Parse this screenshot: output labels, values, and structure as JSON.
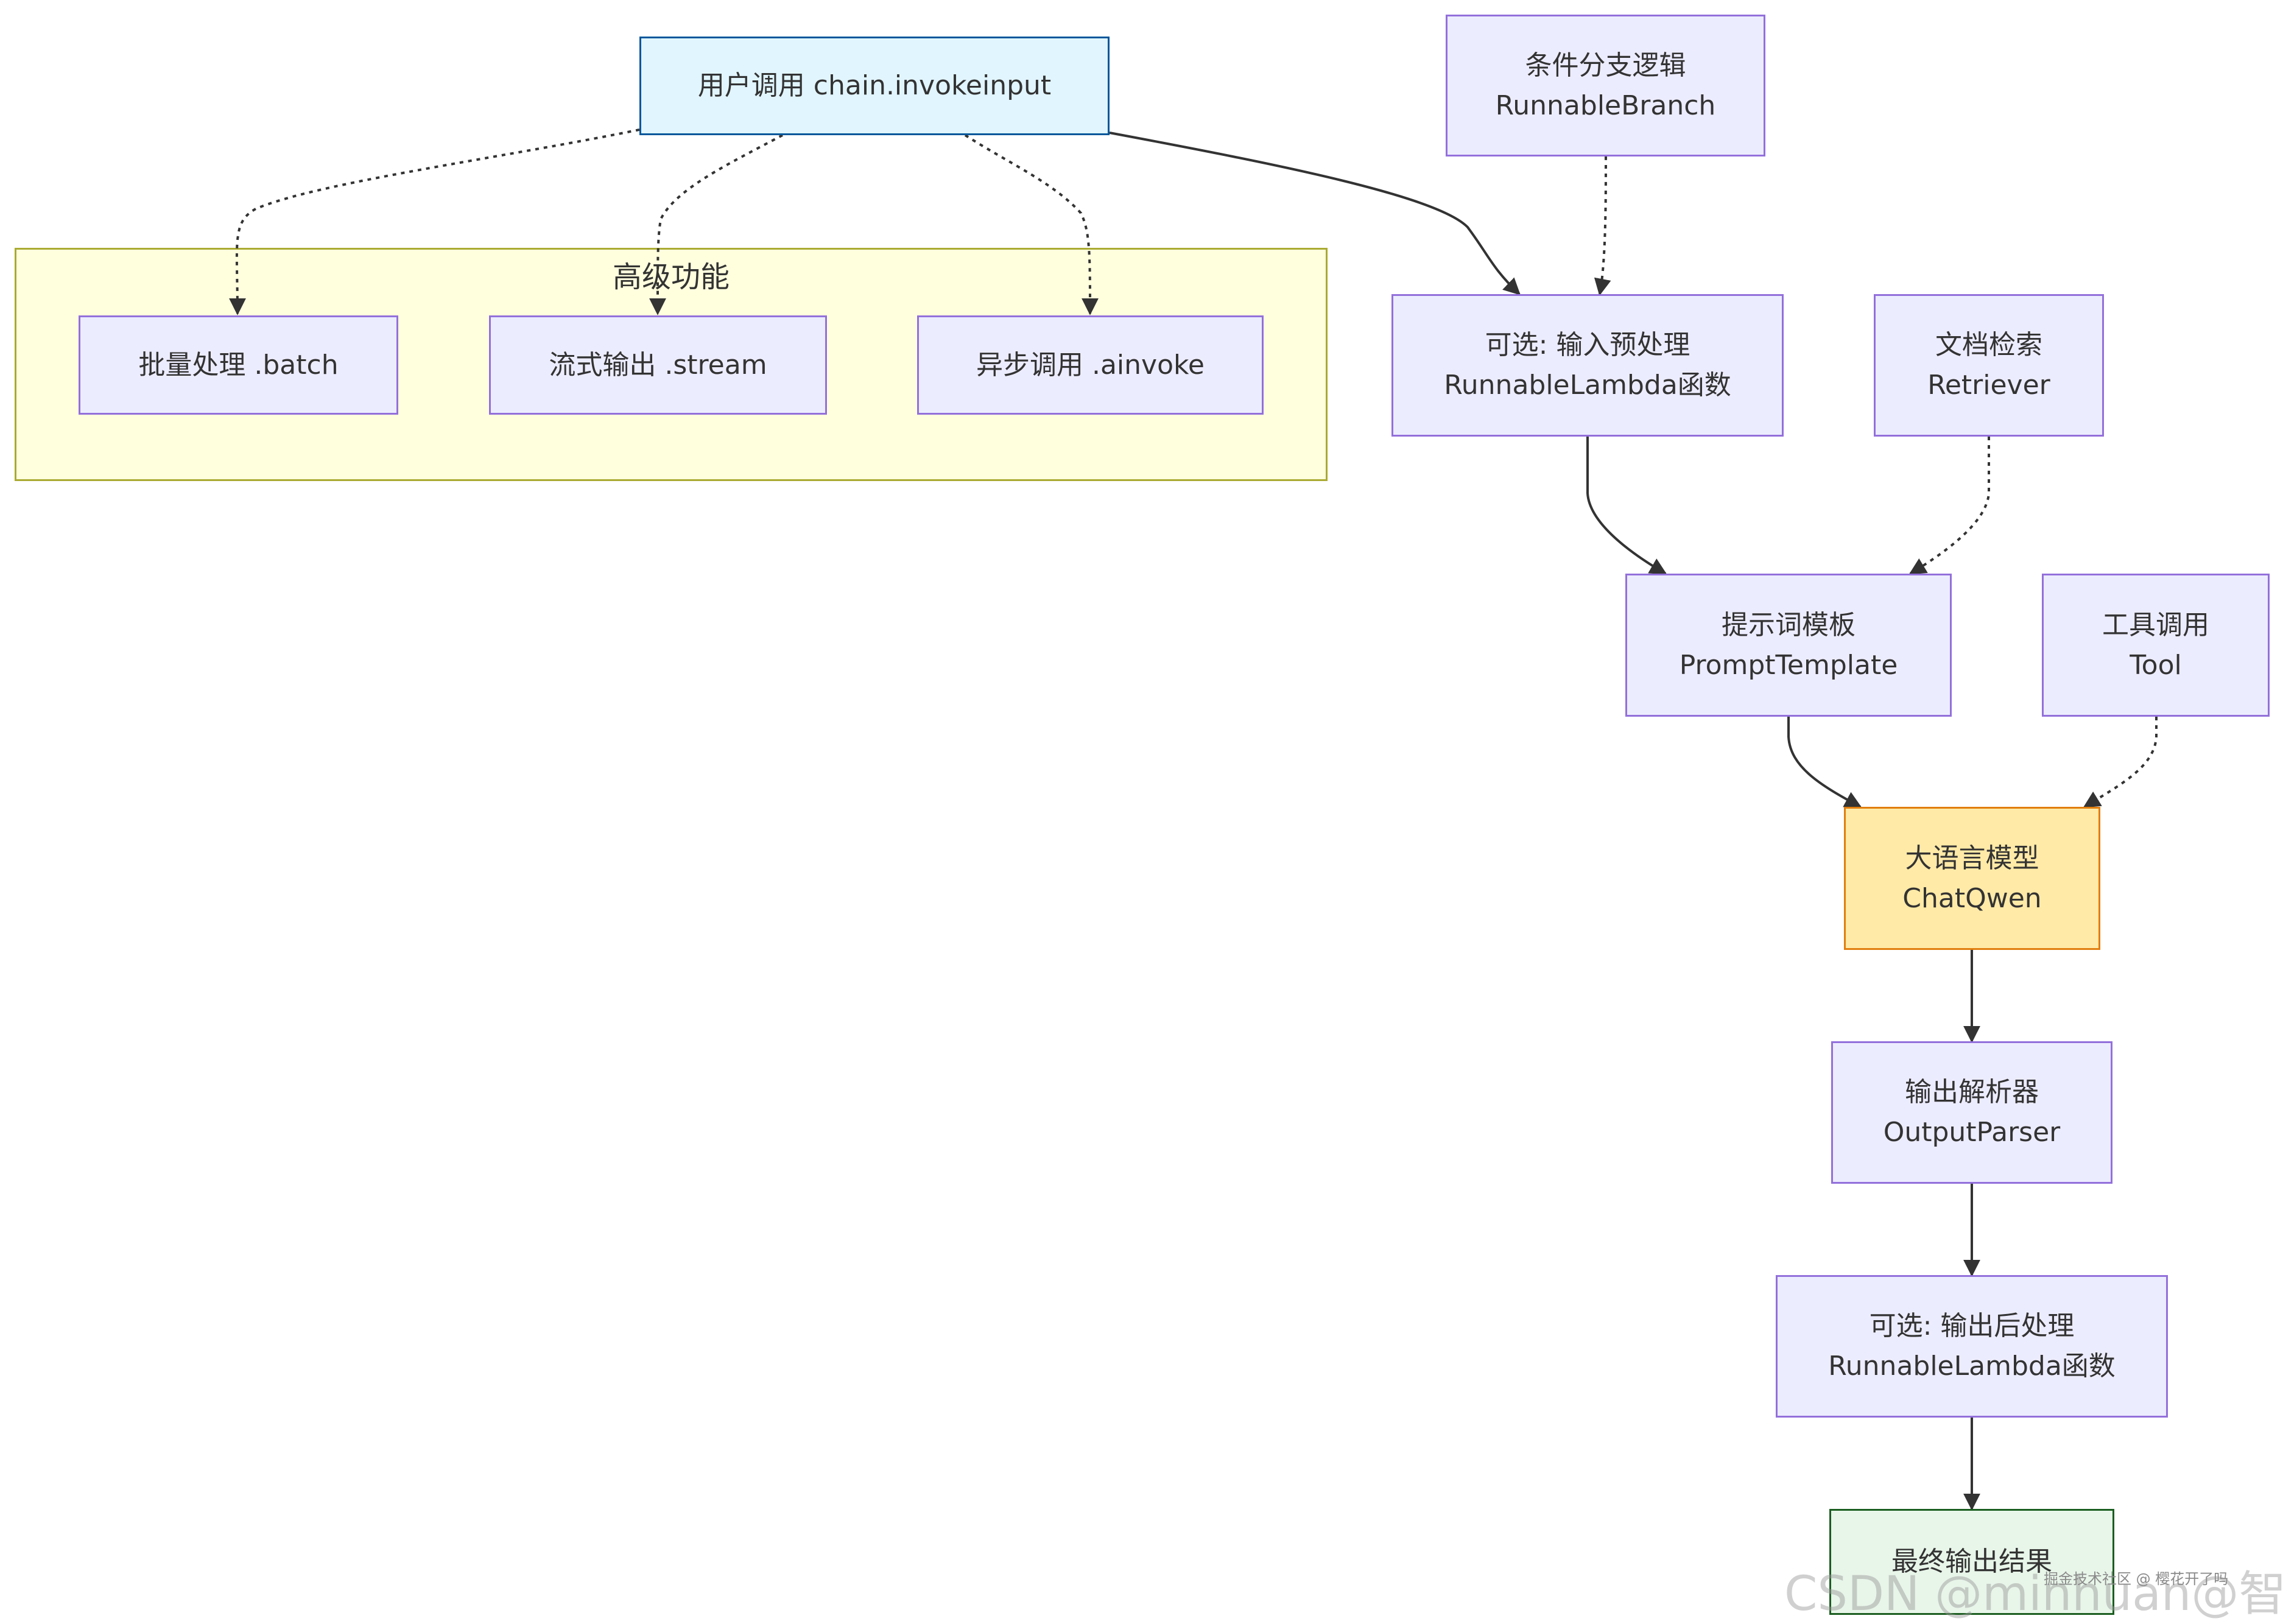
{
  "group": {
    "title": "高级功能"
  },
  "nodes": {
    "user_call": {
      "line1": "用户调用 chain.invokeinput"
    },
    "batch": {
      "line1": "批量处理 .batch"
    },
    "stream": {
      "line1": "流式输出 .stream"
    },
    "ainvoke": {
      "line1": "异步调用 .ainvoke"
    },
    "branch": {
      "line1": "条件分支逻辑",
      "line2": "RunnableBranch"
    },
    "pre_lambda": {
      "line1": "可选: 输入预处理",
      "line2": "RunnableLambda函数"
    },
    "retriever": {
      "line1": "文档检索",
      "line2": "Retriever"
    },
    "prompt": {
      "line1": "提示词模板",
      "line2": "PromptTemplate"
    },
    "tool": {
      "line1": "工具调用",
      "line2": "Tool"
    },
    "llm": {
      "line1": "大语言模型",
      "line2": "ChatQwen"
    },
    "parser": {
      "line1": "输出解析器",
      "line2": "OutputParser"
    },
    "post_lambda": {
      "line1": "可选: 输出后处理",
      "line2": "RunnableLambda函数"
    },
    "result": {
      "line1": "最终输出结果"
    }
  },
  "edges": [
    {
      "from": "user_call",
      "to": "batch",
      "style": "dotted"
    },
    {
      "from": "user_call",
      "to": "stream",
      "style": "dotted"
    },
    {
      "from": "user_call",
      "to": "ainvoke",
      "style": "dotted"
    },
    {
      "from": "user_call",
      "to": "pre_lambda",
      "style": "solid"
    },
    {
      "from": "branch",
      "to": "pre_lambda",
      "style": "dotted"
    },
    {
      "from": "pre_lambda",
      "to": "prompt",
      "style": "solid"
    },
    {
      "from": "retriever",
      "to": "prompt",
      "style": "dotted"
    },
    {
      "from": "prompt",
      "to": "llm",
      "style": "solid"
    },
    {
      "from": "tool",
      "to": "llm",
      "style": "dotted"
    },
    {
      "from": "llm",
      "to": "parser",
      "style": "solid"
    },
    {
      "from": "parser",
      "to": "post_lambda",
      "style": "solid"
    },
    {
      "from": "post_lambda",
      "to": "result",
      "style": "solid"
    }
  ],
  "watermark": {
    "main": "CSDN @minhuan@智循AI",
    "small": "掘金技术社区 @ 樱花开了吗"
  },
  "colors": {
    "default_fill": "#ececff",
    "default_border": "#9370db",
    "input_fill": "#e1f5fe",
    "input_border": "#01579b",
    "llm_fill": "#ffeaa7",
    "llm_border": "#e17e0e",
    "result_fill": "#e8f5e9",
    "result_border": "#1b5e20",
    "group_fill": "#ffffde",
    "group_border": "#aaaa33",
    "edge": "#333333"
  }
}
